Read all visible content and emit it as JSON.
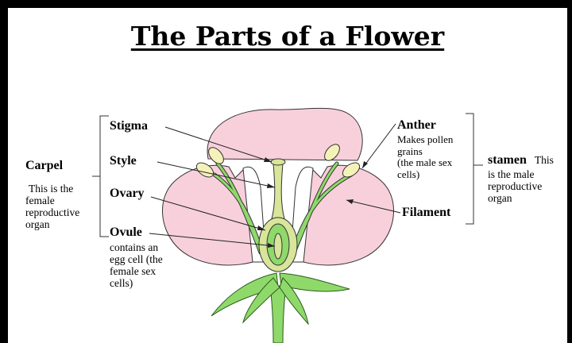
{
  "title": "The Parts of a Flower",
  "labels": {
    "stigma": "Stigma",
    "style": "Style",
    "ovary": "Ovary",
    "ovule": "Ovule",
    "ovule_desc": [
      "contains an",
      "egg cell (the",
      "female sex",
      "cells)"
    ],
    "carpel": "Carpel",
    "carpel_desc": [
      "This is the",
      "female",
      "reproductive",
      "organ"
    ],
    "anther": "Anther",
    "anther_desc": [
      "Makes pollen",
      "grains",
      "(the male sex",
      "cells)"
    ],
    "filament": "Filament",
    "stamen": "stamen",
    "stamen_desc_inline": "This",
    "stamen_desc": [
      "is the male",
      "reproductive",
      "organ"
    ]
  },
  "colors": {
    "petal": "#f8d0dc",
    "stem": "#8fd96b",
    "pistil": "#d8e59a",
    "anther": "#f4f2b8",
    "frame": "#000000"
  }
}
